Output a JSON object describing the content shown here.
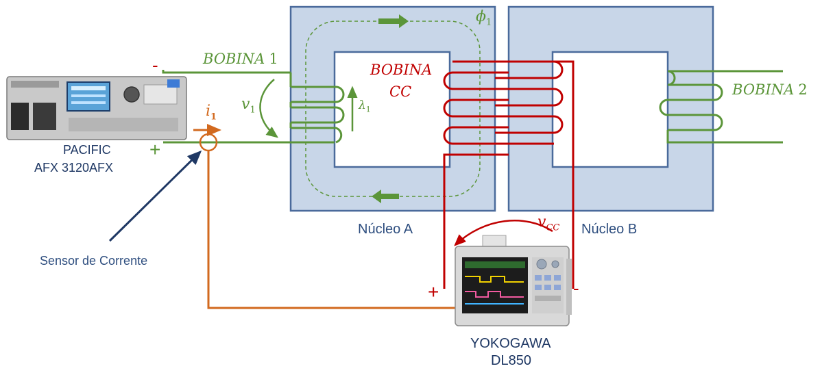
{
  "colors": {
    "core_fill": "#c8d6e8",
    "core_stroke": "#4a6a9b",
    "green": "#5b9539",
    "red": "#c00000",
    "orange": "#d2691e",
    "navy": "#1f3864",
    "label_blue": "#2e4e7f",
    "text_dark": "#222222"
  },
  "labels": {
    "bobina1": "BOBINA",
    "bobina1_num": "1",
    "bobina_cc_line1": "BOBINA",
    "bobina_cc_line2": "CC",
    "bobina2": "BOBINA",
    "bobina2_num": "2",
    "phi": "ϕ",
    "phi_sub": "1",
    "v1": "v",
    "v1_sub": "1",
    "lambda": "λ",
    "lambda_sub": "1",
    "i1": "i",
    "i1_sub": "1",
    "vcc": "v",
    "vcc_sub": "CC",
    "nucleo_a": "Núcleo A",
    "nucleo_b": "Núcleo B",
    "pacific_line1": "PACIFIC",
    "pacific_line2": "AFX 3120AFX",
    "sensor": "Sensor de Corrente",
    "yokogawa_line1": "YOKOGAWA",
    "yokogawa_line2": "DL850",
    "minus": "-",
    "plus": "+"
  },
  "icons": [
    "power-supply-device",
    "oscilloscope-device",
    "current-sensor-icon"
  ]
}
